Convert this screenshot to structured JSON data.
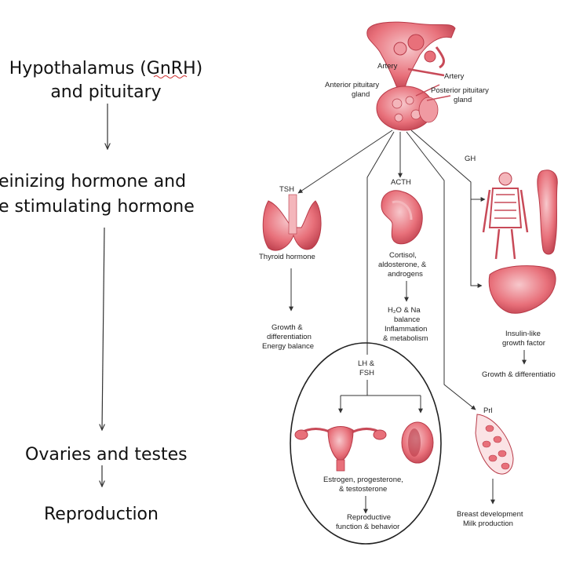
{
  "flow": {
    "hypothalamus_line1": "Hypothalamus (GnRH)",
    "hypothalamus_line2": "and pituitary",
    "lh_line1": "einizing hormone and",
    "lh_line2": "e stimulating hormone",
    "ovaries": "Ovaries and testes",
    "reproduction": "Reproduction"
  },
  "figure": {
    "artery_top": "Artery",
    "artery_right": "Artery",
    "anterior_1": "Anterior pituitary",
    "anterior_2": "gland",
    "posterior_1": "Posterior pituitary",
    "posterior_2": "gland",
    "tsh": "TSH",
    "acth": "ACTH",
    "gh": "GH",
    "thyroid_hormone": "Thyroid hormone",
    "growth_1": "Growth &",
    "growth_2": "differentiation",
    "growth_3": "Energy balance",
    "cortisol_1": "Cortisol,",
    "cortisol_2": "aldosterone, &",
    "cortisol_3": "androgens",
    "h2o_1": "H₂O & Na",
    "h2o_2": "balance",
    "h2o_3": "Inflammation",
    "h2o_4": "& metabolism",
    "igf_1": "Insulin-like",
    "igf_2": "growth factor",
    "growth_diff": "Growth & differentiatio",
    "lh_1": "LH &",
    "lh_2": "FSH",
    "estrogen_1": "Estrogen, progesterone,",
    "estrogen_2": "& testosterone",
    "repro_1": "Reproductive",
    "repro_2": "function & behavior",
    "prl": "Prl",
    "breast_1": "Breast development",
    "breast_2": "Milk production"
  },
  "colors": {
    "organ_fill": "#e8707a",
    "organ_light": "#f4b6bb",
    "organ_dark": "#b83a48",
    "squiggle": "#d03030"
  }
}
